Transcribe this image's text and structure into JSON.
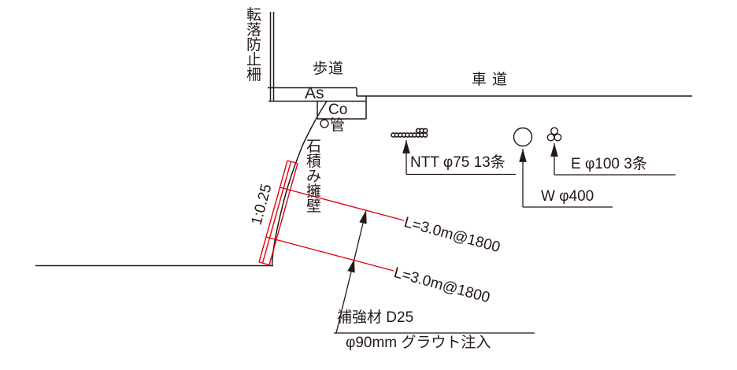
{
  "colors": {
    "line": "#231815",
    "reinforcement_red": "#e60012",
    "background": "#ffffff"
  },
  "section": {
    "fence_label": "転落防止柵",
    "sidewalk_label": "歩道",
    "roadway_label": "車道",
    "pavement_asphalt_label": "As",
    "pavement_concrete_label": "Co",
    "pipe_label": "管",
    "wall_label": "石積み擁壁",
    "wall_slope_label": "1:0.25"
  },
  "utilities": {
    "ntt_label": "NTT φ75 13条",
    "water_label": "W φ400",
    "electric_label": "E φ100 3条"
  },
  "reinforcement": {
    "nail_upper_label": "L=3.0m@1800",
    "nail_lower_label": "L=3.0m@1800",
    "material_label": "補強材 D25",
    "grout_label": "φ90mm グラウト注入"
  }
}
